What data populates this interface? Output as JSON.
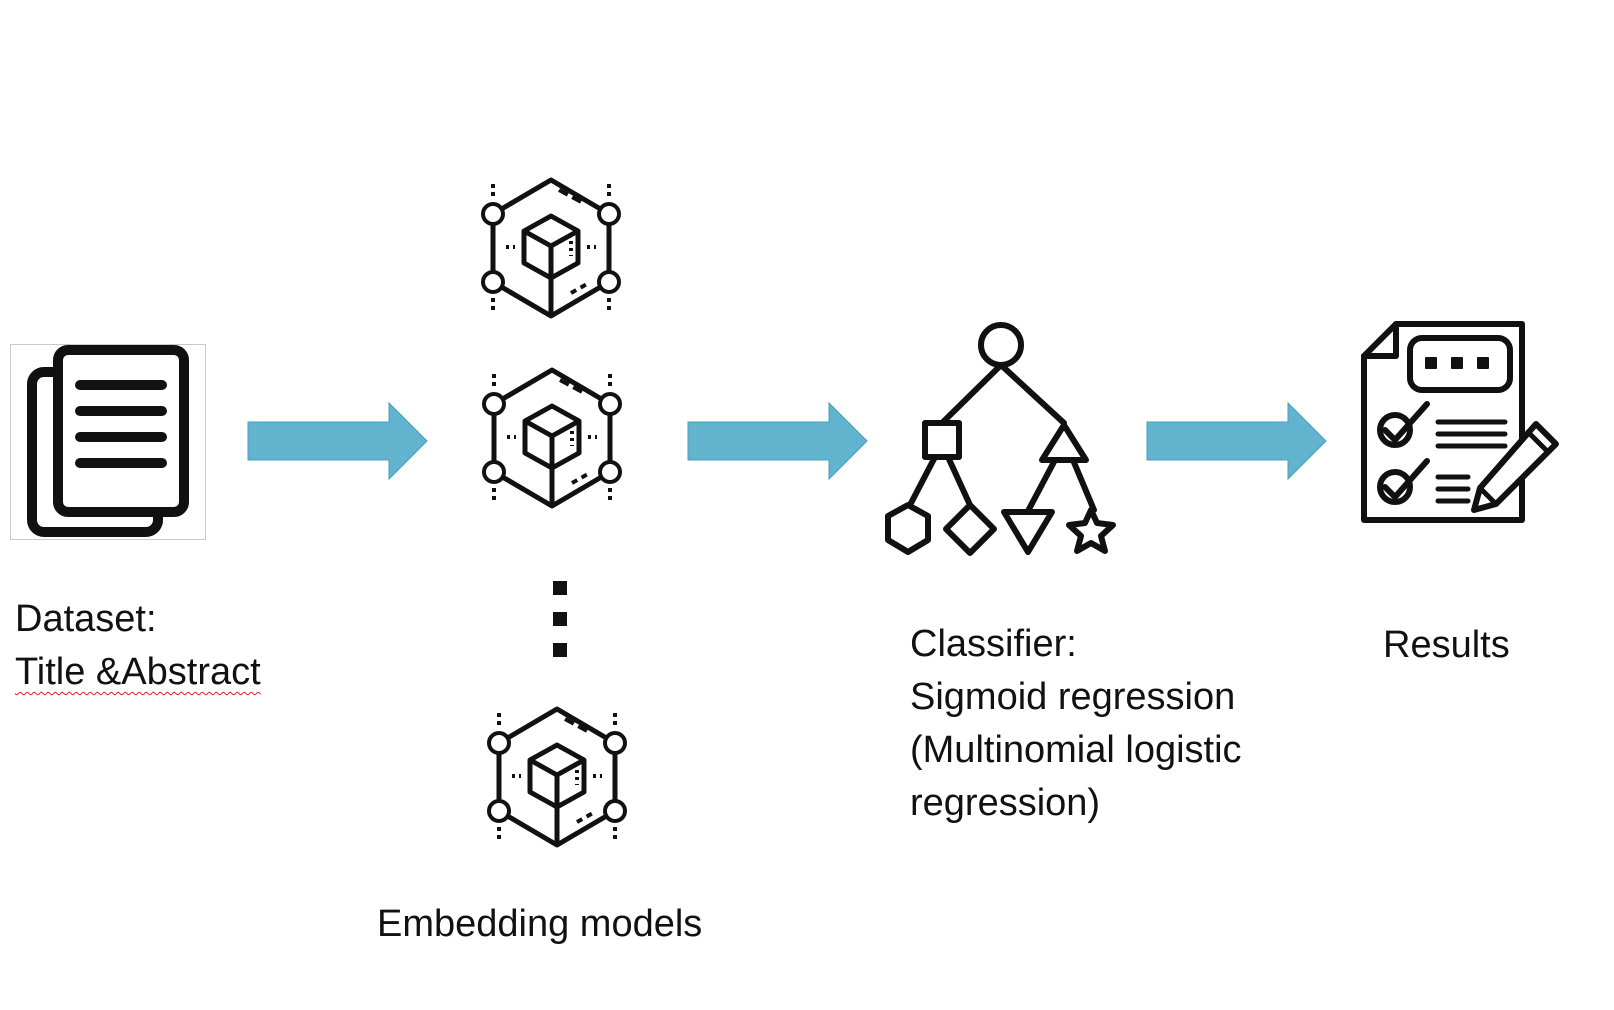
{
  "steps": [
    {
      "id": "dataset",
      "icon": "documents-icon",
      "lines": [
        "Dataset:",
        "Title &Abstract"
      ]
    },
    {
      "id": "embedding",
      "icon": "cube-network-icon",
      "lines": [
        "Embedding models"
      ]
    },
    {
      "id": "classifier",
      "icon": "decision-tree-icon",
      "lines": [
        "Classifier:",
        "Sigmoid regression",
        "(Multinomial logistic",
        "regression)"
      ]
    },
    {
      "id": "results",
      "icon": "checklist-report-icon",
      "lines": [
        "Results"
      ]
    }
  ],
  "arrow_color": "#62b3cd",
  "icon_color": "#111111"
}
